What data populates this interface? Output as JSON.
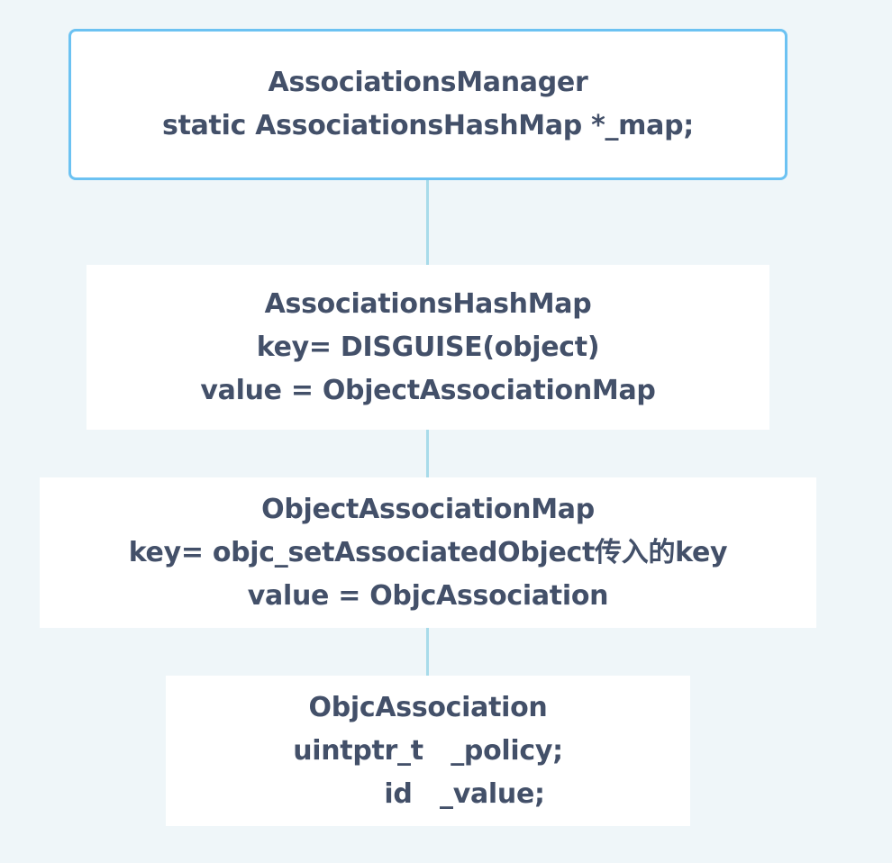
{
  "nodes": [
    {
      "lines": [
        "AssociationsManager",
        "static AssociationsHashMap *_map;"
      ]
    },
    {
      "lines": [
        "AssociationsHashMap",
        "key= DISGUISE(object)",
        "value = ObjectAssociationMap"
      ]
    },
    {
      "lines": [
        "ObjectAssociationMap",
        "key= objc_setAssociatedObject传入的key",
        "value = ObjcAssociation"
      ]
    },
    {
      "lines": [
        "ObjcAssociation",
        "uintptr_t   _policy;",
        "        id   _value;"
      ]
    }
  ],
  "colors": {
    "background": "#eff6f9",
    "node_fill": "#ffffff",
    "text": "#435069",
    "connector": "#a8dbea",
    "selected_border": "#6cc2f2"
  }
}
